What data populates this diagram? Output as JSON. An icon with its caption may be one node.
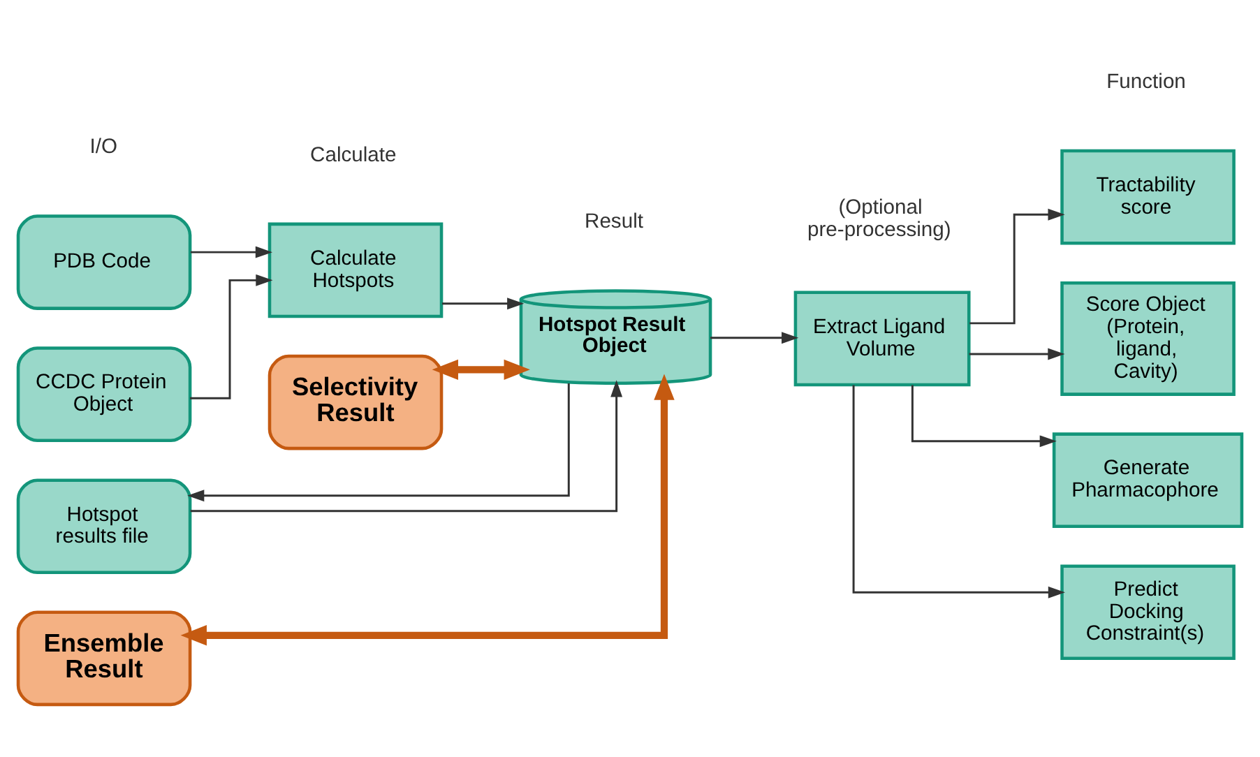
{
  "diagram": {
    "nodes": [
      {
        "text": [
          "PDB Code"
        ]
      },
      {
        "text": [
          "Calculate Hotspots"
        ]
      },
      {
        "text": [
          "Hotspot Result Object"
        ]
      },
      {
        "text": [
          "Extract Ligand Volume"
        ]
      },
      {
        "text": [
          "Tractability score"
        ]
      },
      {
        "text": [
          "CCDC Protein Object"
        ]
      },
      {
        "text": [
          "Score Object (Protein, ligand, Cavity)"
        ]
      },
      {
        "text": [
          "Hotspot results file"
        ]
      },
      {
        "text": [
          "Generate Pharmacophore"
        ]
      },
      {
        "text": [
          "Predict Docking Constraint(s)"
        ]
      },
      {
        "text": [
          "Ensemble Result"
        ]
      },
      {
        "text": [
          "Selectivity Result"
        ]
      }
    ],
    "edges": [
      {
        "from": 0,
        "to": 1,
        "arrow": "to"
      },
      {
        "from": 5,
        "to": 1,
        "arrow": "to"
      },
      {
        "from": 1,
        "to": 2,
        "arrow": "to"
      },
      {
        "from": 2,
        "to": 3,
        "arrow": "to"
      },
      {
        "from": 3,
        "to": 4,
        "arrow": "to"
      },
      {
        "from": 3,
        "to": 6,
        "arrow": "to"
      },
      {
        "from": 3,
        "to": 8,
        "arrow": "to"
      },
      {
        "from": 3,
        "to": 9,
        "arrow": "to"
      },
      {
        "from": 2,
        "to": 7,
        "arrow": "to"
      },
      {
        "from": 7,
        "to": 2,
        "arrow": "to"
      },
      {
        "from": 2,
        "to": 10,
        "arrow": "both",
        "style": "thick",
        "color": "#c55a11"
      },
      {
        "from": 2,
        "to": 11,
        "arrow": "both",
        "style": "thick",
        "color": "#c55a11"
      }
    ],
    "labels": [
      "I/O",
      "Calculate",
      "Result",
      "(Optional pre-processing)",
      "Function"
    ]
  }
}
